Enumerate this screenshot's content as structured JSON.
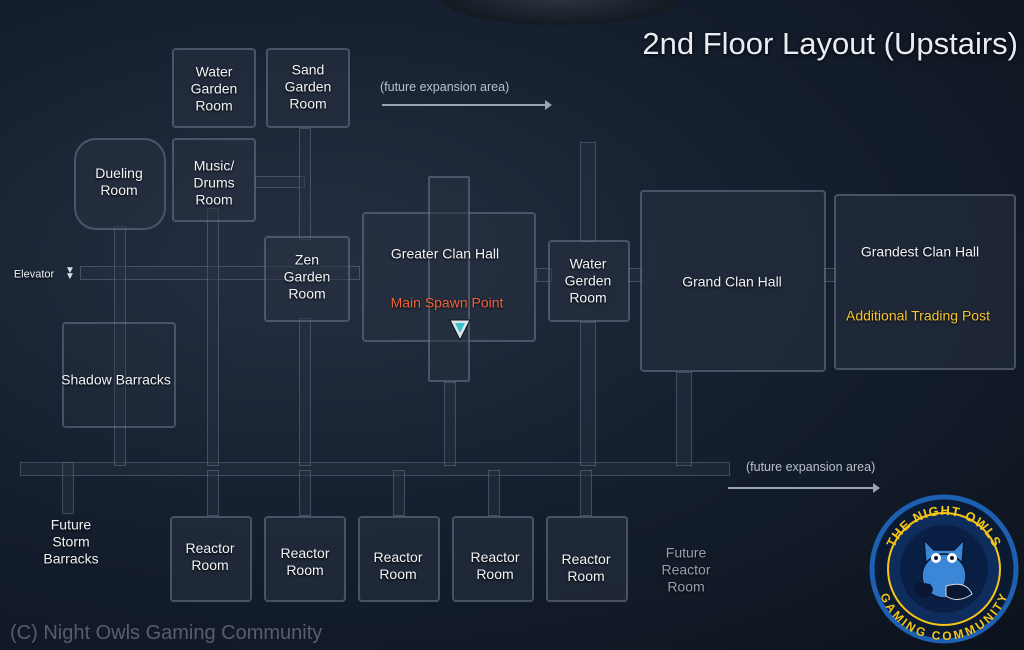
{
  "title": "2nd Floor Layout (Upstairs)",
  "annotations": {
    "future_top": "(future expansion area)",
    "future_bottom": "(future expansion area)",
    "copyright": "(C) Night Owls Gaming Community"
  },
  "elevator": "Elevator",
  "rooms": {
    "water_garden": "Water\nGarden\nRoom",
    "sand_garden": "Sand\nGarden\nRoom",
    "dueling": "Dueling\nRoom",
    "music_drums": "Music/\nDrums\nRoom",
    "zen_garden": "Zen\nGarden\nRoom",
    "greater_clan_hall": "Greater Clan Hall",
    "main_spawn": "Main Spawn Point",
    "water_gerden": "Water\nGerden\nRoom",
    "grand_clan_hall": "Grand Clan Hall",
    "grandest_clan_hall": "Grandest Clan Hall",
    "additional_trading": "Additional Trading Post",
    "shadow_barracks": "Shadow Barracks",
    "future_storm_barracks": "Future\nStorm\nBarracks",
    "reactor_1": "Reactor\nRoom",
    "reactor_2": "Reactor\nRoom",
    "reactor_3": "Reactor\nRoom",
    "reactor_4": "Reactor\nRoom",
    "reactor_5": "Reactor\nRoom",
    "future_reactor": "Future\nReactor\nRoom"
  },
  "logo": {
    "top_text": "THE NIGHT OWLS",
    "bottom_text": "GAMING COMMUNITY"
  },
  "colors": {
    "spawn_label": "#f0623a",
    "trading_label": "#f6c531",
    "logo_ring": "#1d5fb0",
    "logo_text": "#f5c518"
  }
}
